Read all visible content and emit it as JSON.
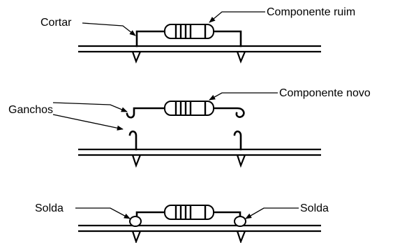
{
  "labels": {
    "cortar": "Cortar",
    "componente_ruim": "Componente ruim",
    "ganchos": "Ganchos",
    "componente_novo": "Componente novo",
    "solda_left": "Solda",
    "solda_right": "Solda"
  },
  "colors": {
    "ink": "#000000",
    "background": "#ffffff"
  }
}
